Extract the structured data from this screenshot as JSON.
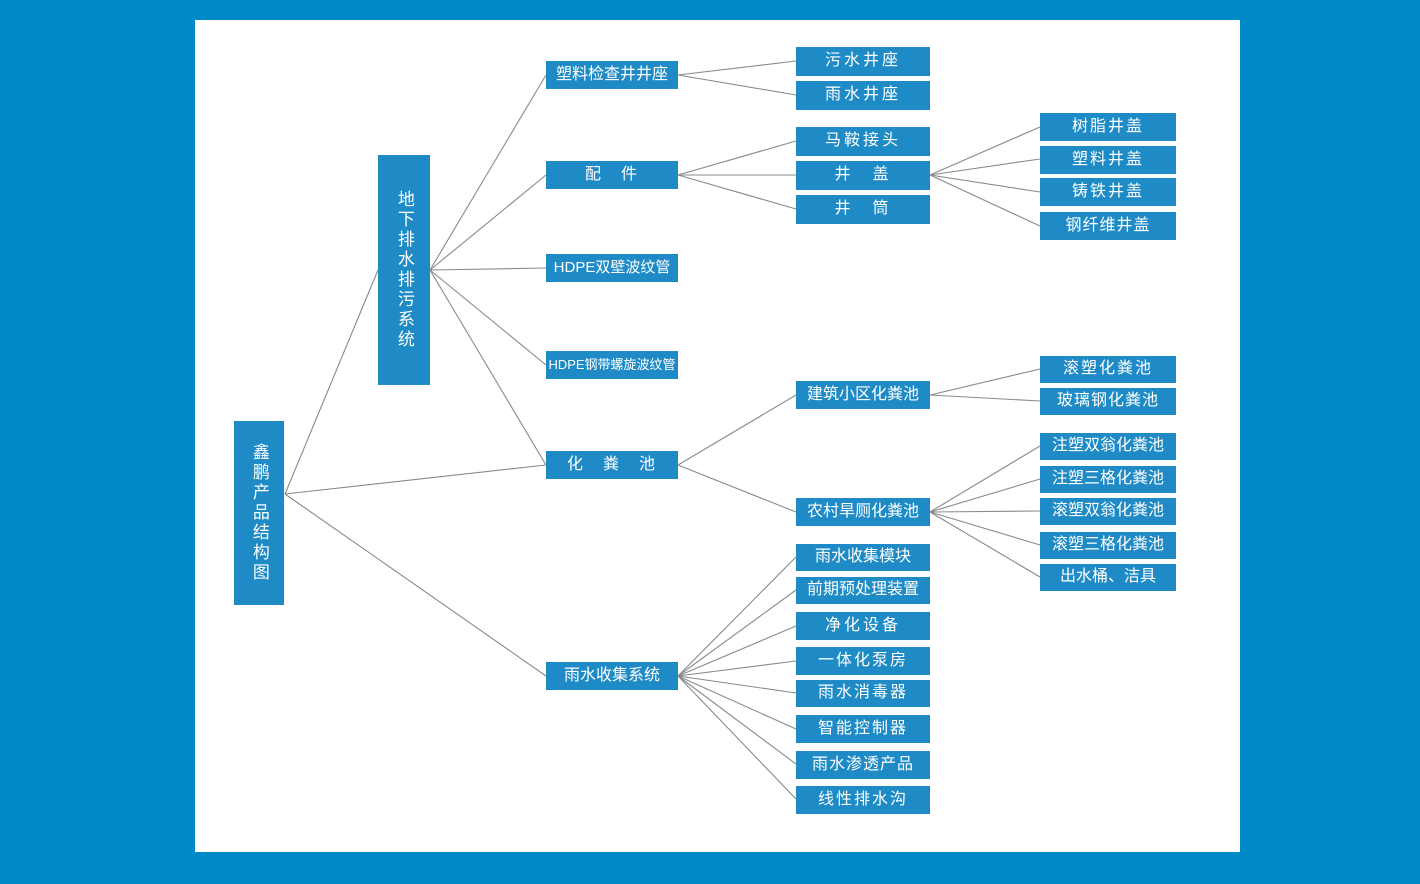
{
  "page": {
    "background_color": "#0089c9",
    "canvas_color": "#ffffff",
    "node_color": "#1e8bc7",
    "node_text_color": "#ffffff",
    "edge_color": "#8a8a8a"
  },
  "diagram": {
    "type": "tree",
    "orientation": "left-to-right",
    "root": {
      "id": "root",
      "label": "鑫鹏产品结构图",
      "orientation": "vertical"
    },
    "level2": [
      {
        "id": "underground",
        "label": "地下排水排污系统",
        "orientation": "vertical"
      }
    ],
    "nodes": {
      "plastic_inspection_well_base": "塑料检查井井座",
      "sewage_well_base": "污水井座",
      "rainwater_well_base": "雨水井座",
      "fittings": "配　件",
      "saddle_joint": "马鞍接头",
      "well_cover": "井　盖",
      "well_barrel": "井　筒",
      "resin_cover": "树脂井盖",
      "plastic_cover": "塑料井盖",
      "cast_iron_cover": "铸铁井盖",
      "steel_fiber_cover": "钢纤维井盖",
      "hdpe_double_wall": "HDPE双壁波纹管",
      "hdpe_steel_belt": "HDPE钢带螺旋波纹管",
      "septic_tank": "化　粪　池",
      "community_septic": "建筑小区化粪池",
      "rural_toilet_septic": "农村旱厕化粪池",
      "rotomolded_septic": "滚塑化粪池",
      "frp_septic": "玻璃钢化粪池",
      "injection_double_jar": "注塑双翁化粪池",
      "injection_three_grid": "注塑三格化粪池",
      "rotomolded_double_jar": "滚塑双翁化粪池",
      "rotomolded_three_grid": "滚塑三格化粪池",
      "outlet_bucket": "出水桶、洁具",
      "rainwater_system": "雨水收集系统",
      "rainwater_module": "雨水收集模块",
      "pretreatment_device": "前期预处理装置",
      "purification_equipment": "净化设备",
      "integrated_pump_house": "一体化泵房",
      "rainwater_sterilizer": "雨水消毒器",
      "smart_controller": "智能控制器",
      "rainwater_infiltration": "雨水渗透产品",
      "linear_drain": "线性排水沟"
    }
  }
}
